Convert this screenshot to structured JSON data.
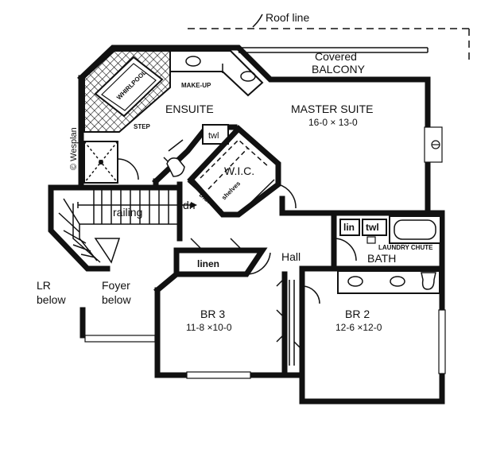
{
  "labels": {
    "roof_line": "Roof line",
    "covered": "Covered",
    "balcony": "BALCONY",
    "master_suite": "MASTER SUITE",
    "master_dim": "16-0 × 13-0",
    "ensuite": "ENSUITE",
    "whirlpool": "WHIRLPOOL",
    "make_up": "MAKE-UP",
    "step": "STEP",
    "wesplan": "© Wesplan",
    "twl_top": "twl",
    "wic": "W.I.C.",
    "shelves": "shelves",
    "display": "DISPLAY",
    "dn": "dn",
    "railing": "railing",
    "lin": "lin",
    "twl_bath": "twl",
    "laundry_chute": "LAUNDRY CHUTE",
    "bath": "BATH",
    "linen": "linen",
    "hall": "Hall",
    "lr": "LR",
    "lr_below": "below",
    "foyer": "Foyer",
    "foyer_below": "below",
    "br3": "BR 3",
    "br3_dim": "11-8 ×10-0",
    "br2": "BR 2",
    "br2_dim": "12-6 ×12-0"
  }
}
